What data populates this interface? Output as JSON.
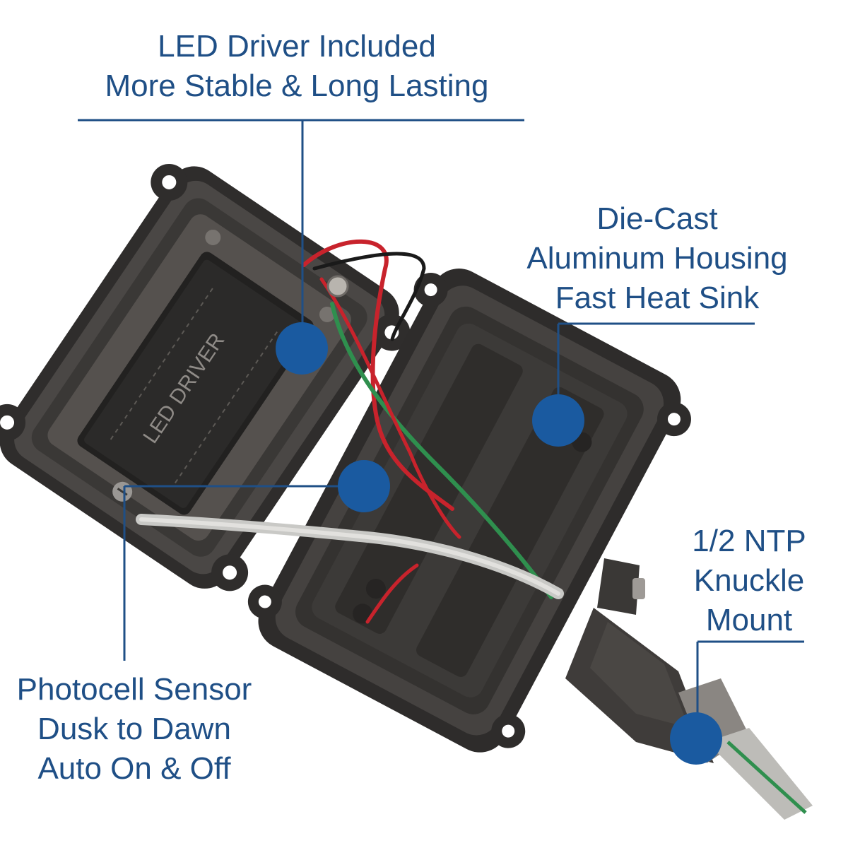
{
  "colors": {
    "label_text": "#1f4f86",
    "callout_line": "#1f4f86",
    "callout_dot": "#1a5aa0",
    "housing": "#3d3b39",
    "background": "#ffffff",
    "wire_red": "#c8232c",
    "wire_green": "#2f8f4e",
    "wire_black": "#1a1a1a",
    "conduit": "#c9c9c6"
  },
  "callouts": {
    "led_driver": {
      "line1": "LED Driver Included",
      "line2": "More Stable & Long Lasting"
    },
    "housing": {
      "line1": "Die-Cast",
      "line2": "Aluminum Housing",
      "line3": "Fast Heat Sink"
    },
    "knuckle": {
      "line1": "1/2 NTP",
      "line2": "Knuckle",
      "line3": "Mount"
    },
    "photocell": {
      "line1": "Photocell Sensor",
      "line2": "Dusk to Dawn",
      "line3": "Auto On & Off"
    }
  },
  "product_label": {
    "text": "LED DRIVER"
  },
  "icons": [
    "callout-dot-icon",
    "screw-icon"
  ]
}
